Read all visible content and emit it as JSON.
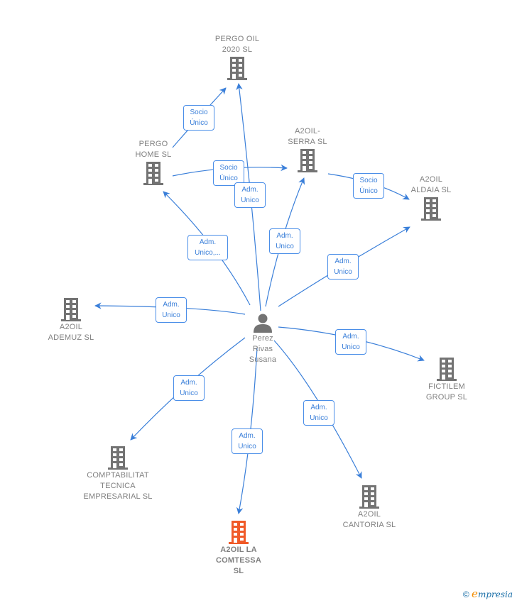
{
  "colors": {
    "edge": "#3a7fd9",
    "building": "#737373",
    "building_focus": "#f05a28",
    "person": "#737373"
  },
  "center": {
    "name": "Perez\nRivas\nSusana",
    "icon": "person-icon"
  },
  "companies": [
    {
      "id": "pergo-oil-2020",
      "name": "PERGO OIL\n2020  SL",
      "icon": "building-icon",
      "focus": false
    },
    {
      "id": "pergo-home",
      "name": "PERGO\nHOME  SL",
      "icon": "building-icon",
      "focus": false
    },
    {
      "id": "a2oil-serra",
      "name": "A2OIL-\nSERRA  SL",
      "icon": "building-icon",
      "focus": false
    },
    {
      "id": "a2oil-aldaia",
      "name": "A2OIL\nALDAIA  SL",
      "icon": "building-icon",
      "focus": false
    },
    {
      "id": "a2oil-ademuz",
      "name": "A2OIL\nADEMUZ  SL",
      "icon": "building-icon",
      "focus": false
    },
    {
      "id": "fictilem-group",
      "name": "FICTILEM\nGROUP  SL",
      "icon": "building-icon",
      "focus": false
    },
    {
      "id": "comptabilitat",
      "name": "COMPTABILITAT\nTECNICA\nEMPRESARIAL SL",
      "icon": "building-icon",
      "focus": false
    },
    {
      "id": "a2oil-cantoria",
      "name": "A2OIL\nCANTORIA  SL",
      "icon": "building-icon",
      "focus": false
    },
    {
      "id": "a2oil-la-comtessa",
      "name": "A2OIL LA\nCOMTESSA\nSL",
      "icon": "building-icon",
      "focus": true
    }
  ],
  "relations": [
    {
      "from": "pergo-home",
      "to": "pergo-oil-2020",
      "label": "Socio\nÚnico"
    },
    {
      "from": "pergo-home",
      "to": "a2oil-serra",
      "label": "Socio\nÚnico"
    },
    {
      "from": "a2oil-serra",
      "to": "a2oil-aldaia",
      "label": "Socio\nÚnico"
    },
    {
      "from": "center",
      "to": "pergo-oil-2020",
      "label": "Adm.\nUnico"
    },
    {
      "from": "center",
      "to": "pergo-home",
      "label": "Adm.\nUnico,..."
    },
    {
      "from": "center",
      "to": "a2oil-serra",
      "label": "Adm.\nUnico"
    },
    {
      "from": "center",
      "to": "a2oil-aldaia",
      "label": "Adm.\nUnico"
    },
    {
      "from": "center",
      "to": "a2oil-ademuz",
      "label": "Adm.\nUnico"
    },
    {
      "from": "center",
      "to": "fictilem-group",
      "label": "Adm.\nUnico"
    },
    {
      "from": "center",
      "to": "comptabilitat",
      "label": "Adm.\nUnico"
    },
    {
      "from": "center",
      "to": "a2oil-la-comtessa",
      "label": "Adm.\nUnico"
    },
    {
      "from": "center",
      "to": "a2oil-cantoria",
      "label": "Adm.\nUnico"
    }
  ],
  "footer": {
    "copyright": "©",
    "brand_initial": "e",
    "brand_rest": "mpresia"
  }
}
